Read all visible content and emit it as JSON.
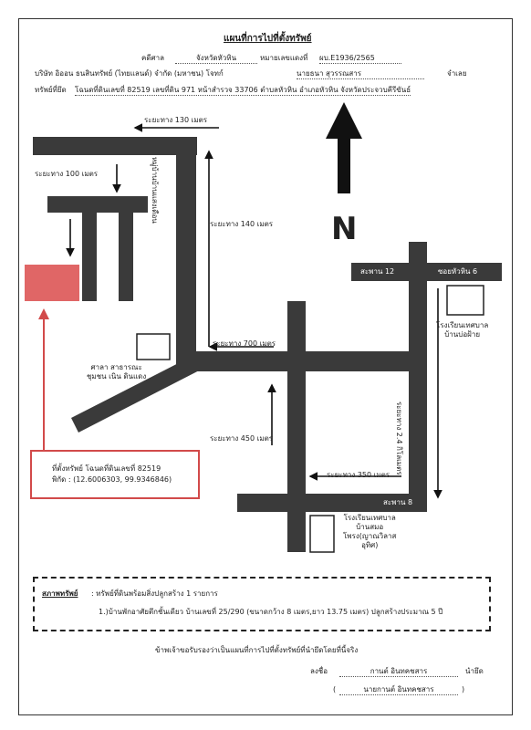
{
  "header": {
    "title": "แผนที่การไปที่ตั้งทรัพย์",
    "court_label": "คดีศาล",
    "court_value": "จังหวัดหัวหิน",
    "case_label": "หมายเลขแดงที่",
    "case_value": "ผบ.E1936/2565",
    "plaintiff": "บริษัท อิออน ธนสินทรัพย์ (ไทยแลนด์) จำกัด (มหาชน) โจทก์",
    "defendant": "นายธนา สุวรรณสาร",
    "defendant_suffix": "จำเลย",
    "property_label": "ทรัพย์ที่ยึด",
    "property_value": "โฉนดที่ดินเลขที่ 82519 เลขที่ดิน 971 หน้าสำรวจ 33706 ตำบลหัวหิน อำเภอหัวหิน จังหวัดประจวบคีรีขันธ์"
  },
  "map": {
    "distances": {
      "d130": "ระยะทาง 130 เมตร",
      "d100": "ระยะทาง 100 เมตร",
      "d140": "ระยะทาง 140 เมตร",
      "d700": "ระยะทาง 700 เมตร",
      "d450": "ระยะทาง 450 เมตร",
      "d350": "ระยะทาง 350 เมตร",
      "d24": "ระยะทาง 2.4 กิโลเมตร"
    },
    "village": "หมู่บ้านบ้านแสงเดือน",
    "north": "N",
    "bridge12": "สะพาน 12",
    "soi6": "ซอยหัวหิน 6",
    "bridge8": "สะพาน 8",
    "school1": [
      "โรงเรียนเทศบาล",
      "บ้านบ่อฝ้าย"
    ],
    "school2": [
      "โรงเรียนเทศบาล",
      "บ้านสมอ",
      "โพรง(ญาณวิลาส",
      "อุทิศ)"
    ],
    "pavilion": [
      "ศาลา สาธารณะ",
      "ชุมชน เนิน ดินแดง"
    ],
    "location_box": {
      "line1": "ที่ตั้งทรัพย์ โฉนดที่ดินเลขที่ 82519",
      "line2": "พิกัด : (12.6006303, 99.9346846)"
    },
    "colors": {
      "road": "#3a3a3a",
      "property": "#e06666",
      "callout": "#d24a4a"
    }
  },
  "status": {
    "label": "สภาพทรัพย์",
    "summary": ": ทรัพย์ที่ดินพร้อมสิ่งปลูกสร้าง 1 รายการ",
    "item": "1.)บ้านพักอาศัยตึกชั้นเดียว บ้านเลขที่ 25/290 (ขนาดกว้าง 8 เมตร,ยาว 13.75 เมตร) ปลูกสร้างประมาณ 5 ปี"
  },
  "footer": {
    "certify": "ข้าพเจ้าขอรับรองว่าเป็นแผนที่การไปที่ตั้งทรัพย์ที่นำยึดโดยที่นี้จริง",
    "sign_label": "ลงชื่อ",
    "signer": "กานต์ อินทคชสาร",
    "role": "นำยึด",
    "paren_open": "(",
    "printed_name": "นายกานต์ อินทคชสาร",
    "paren_close": ")"
  }
}
